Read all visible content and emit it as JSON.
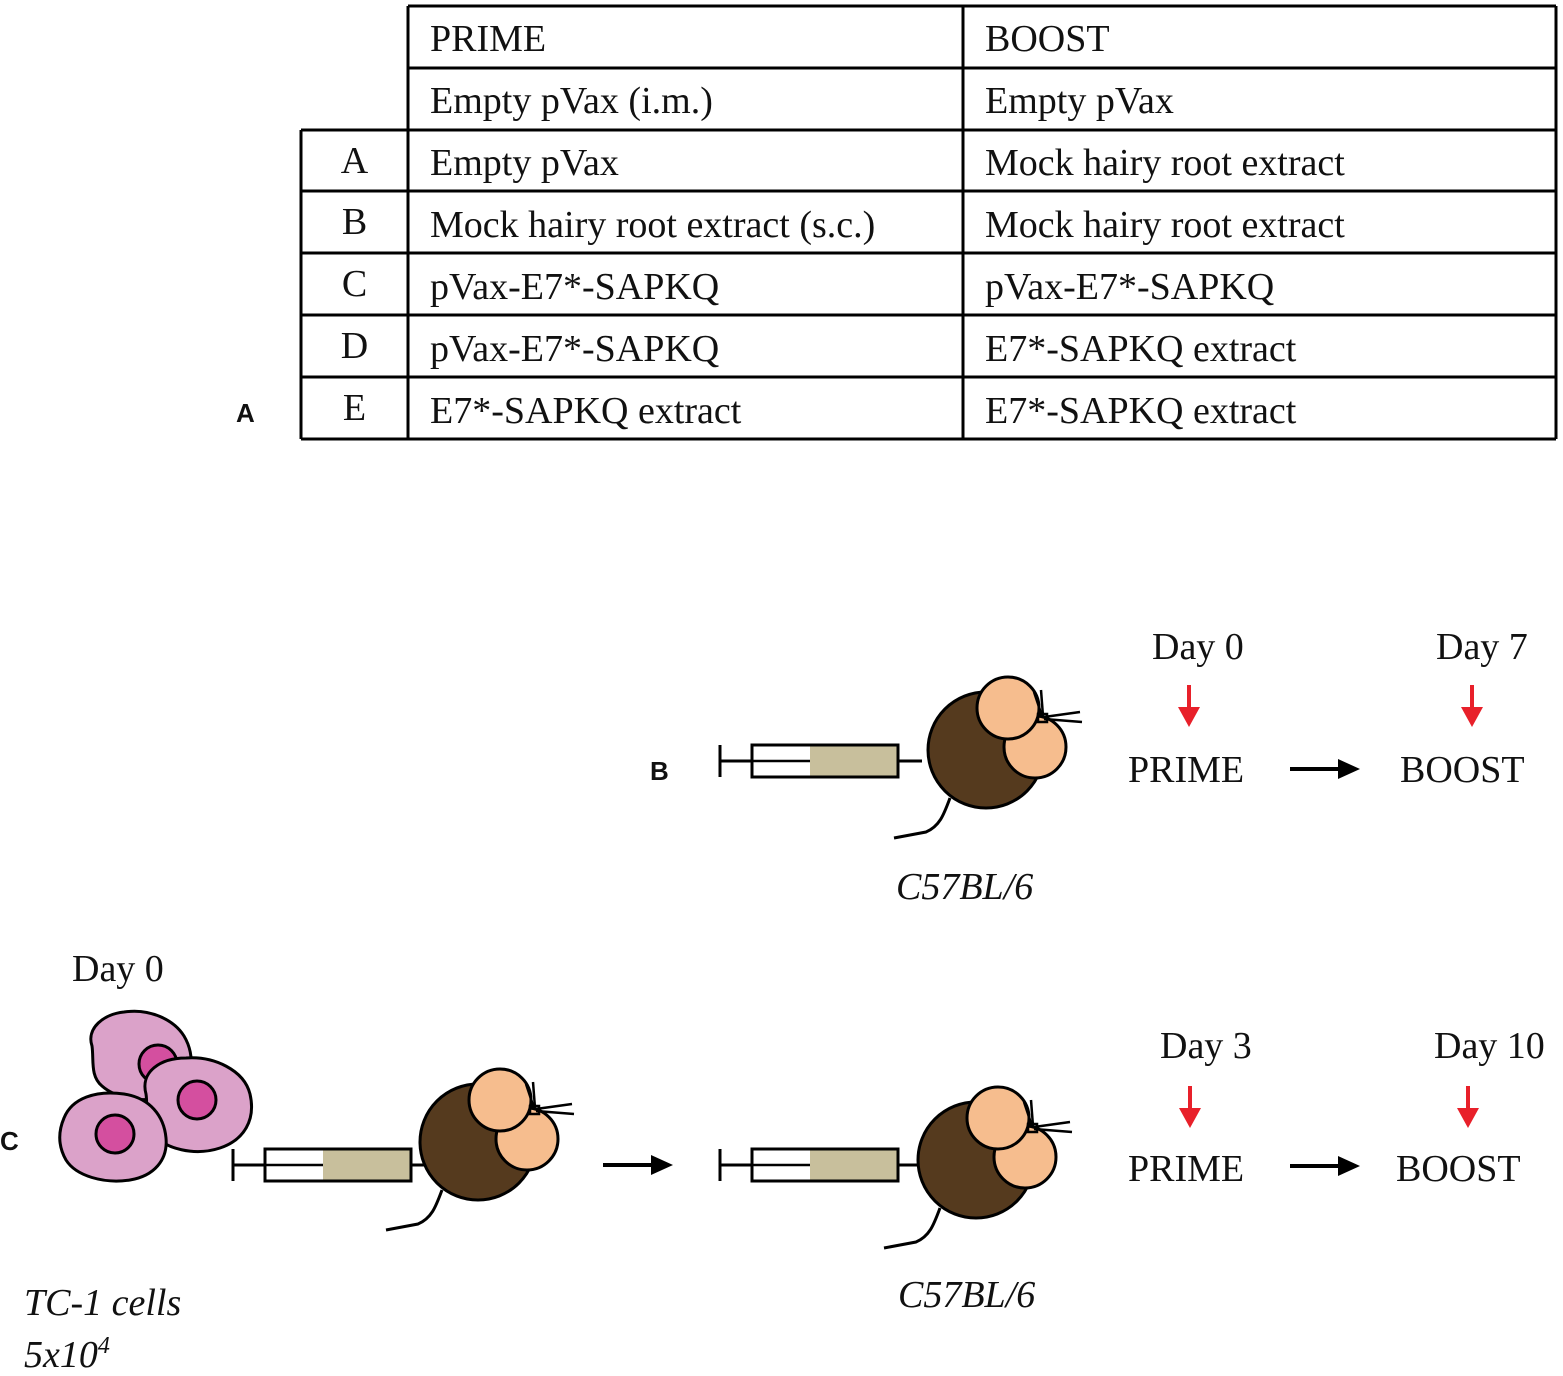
{
  "panel_labels": {
    "a": "A",
    "b": "B",
    "c": "C"
  },
  "table": {
    "headers": {
      "prime": "PRIME",
      "boost": "BOOST"
    },
    "control_row": {
      "prime": "Empty pVax (i.m.)",
      "boost": "Empty pVax"
    },
    "rows": [
      {
        "group": "A",
        "prime": "Empty pVax",
        "boost": "Mock hairy root extract"
      },
      {
        "group": "B",
        "prime": "Mock hairy root extract (s.c.)",
        "boost": "Mock hairy root extract"
      },
      {
        "group": "C",
        "prime": "pVax-E7*-SAPKQ",
        "boost": "pVax-E7*-SAPKQ"
      },
      {
        "group": "D",
        "prime": "pVax-E7*-SAPKQ",
        "boost": "E7*-SAPKQ extract"
      },
      {
        "group": "E",
        "prime": "E7*-SAPKQ extract",
        "boost": "E7*-SAPKQ extract"
      }
    ]
  },
  "panel_b": {
    "mouse_strain": "C57BL/6",
    "prime_day": "Day 0",
    "boost_day": "Day 7",
    "prime_label": "PRIME",
    "boost_label": "BOOST"
  },
  "panel_c": {
    "tumor_day": "Day 0",
    "cells_label": "TC-1 cells",
    "cells_count_base": "5x10",
    "cells_count_exp": "4",
    "mouse_strain": "C57BL/6",
    "prime_day": "Day 3",
    "boost_day": "Day 10",
    "prime_label": "PRIME",
    "boost_label": "BOOST"
  },
  "colors": {
    "mouse_body": "#553a1e",
    "mouse_ear": "#f6bd8e",
    "syringe_fill": "#c8bf9c",
    "cell_body": "#dba2c9",
    "cell_nucleus": "#d44f9f",
    "arrow_red": "#e8202a",
    "arrow_black": "#000000"
  }
}
